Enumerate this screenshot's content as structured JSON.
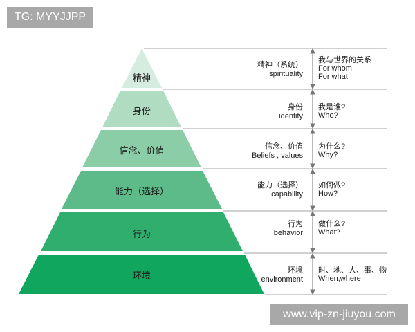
{
  "watermarks": {
    "top": "TG: MYYJJPP",
    "bottom": "www.vip-zn-jiuyou.com"
  },
  "colors": {
    "layer_1": "#d7ece0",
    "layer_2": "#b0dcc2",
    "layer_3": "#8acda6",
    "layer_4": "#5cbb88",
    "layer_5": "#2fae6e",
    "layer_6": "#10a65e",
    "line": "#b5b5b5",
    "arrow": "#777777"
  },
  "levels": [
    {
      "label": "精神",
      "desc_cn": "精神（系统）",
      "desc_en": "spirituality",
      "q_lines": [
        "我与世界的关系",
        "For whom",
        "For what"
      ]
    },
    {
      "label": "身份",
      "desc_cn": "身份",
      "desc_en": "identity",
      "q_lines": [
        "我是谁?",
        "Who?"
      ]
    },
    {
      "label": "信念、价值",
      "desc_cn": "信念、价值",
      "desc_en": "Beliefs , values",
      "q_lines": [
        "为什么?",
        "Why?"
      ]
    },
    {
      "label": "能力（选择）",
      "desc_cn": "能力（选择）",
      "desc_en": "capability",
      "q_lines": [
        "如何做?",
        "How?"
      ]
    },
    {
      "label": "行为",
      "desc_cn": "行为",
      "desc_en": "behavior",
      "q_lines": [
        "做什么?",
        "What?"
      ]
    },
    {
      "label": "环境",
      "desc_cn": "环境",
      "desc_en": "environment",
      "q_lines": [
        "时、地、人、事、物",
        "When,where"
      ]
    }
  ]
}
